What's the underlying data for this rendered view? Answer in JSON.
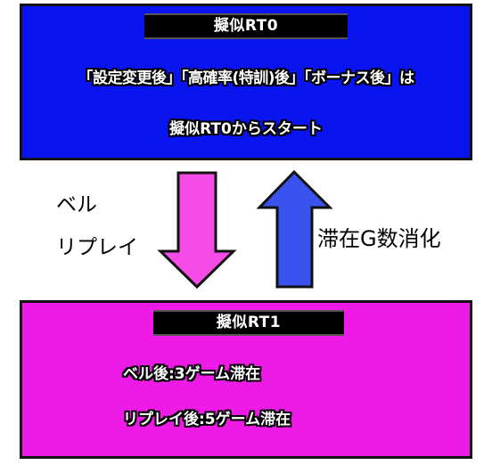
{
  "colors": {
    "top_box": "#0a14ee",
    "bottom_box": "#ee1ae6",
    "down_arrow": "#f74be8",
    "up_arrow": "#3a52ee"
  },
  "top": {
    "title": "擬似RT0",
    "line1": "「設定変更後」「高確率(特訓)後」「ボーナス後」は",
    "line2": "擬似RT0からスタート"
  },
  "bottom": {
    "title": "擬似RT1",
    "line1": "ベル後:3ゲーム滞在",
    "line2": "リプレイ後:5ゲーム滞在"
  },
  "labels": {
    "bell": "ベル",
    "replay": "リプレイ",
    "stay": "滞在G数消化"
  }
}
